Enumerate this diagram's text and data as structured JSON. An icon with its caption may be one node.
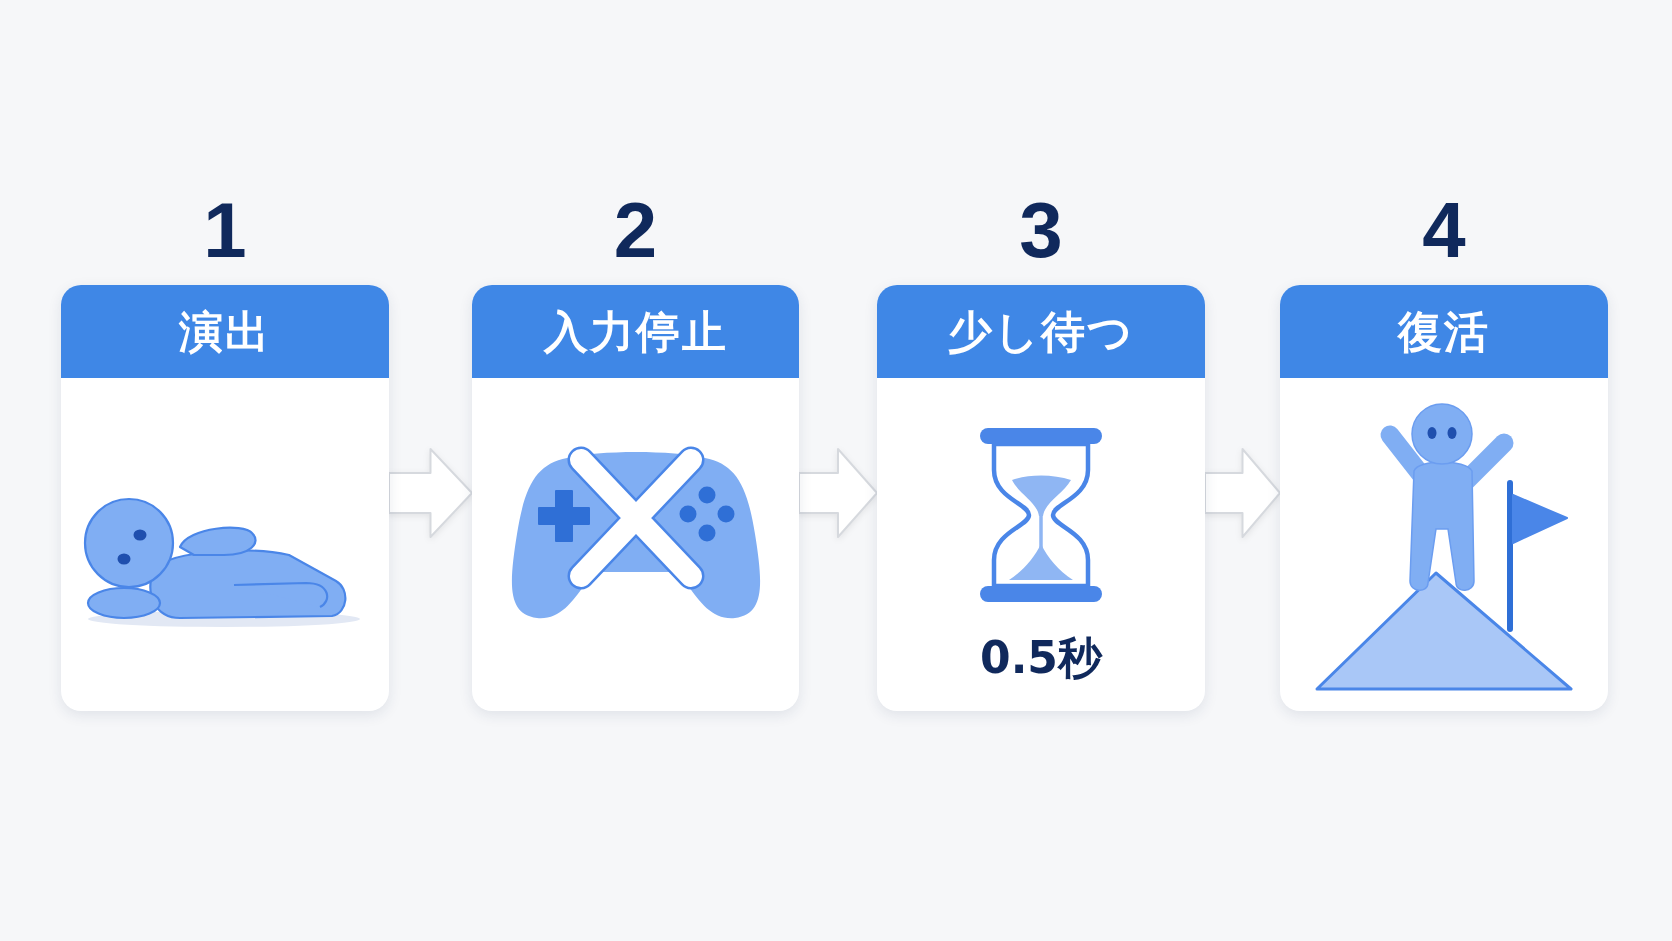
{
  "diagram": {
    "nodes": [
      {
        "text": [
          "1",
          "演出"
        ]
      },
      {
        "text": [
          "2",
          "入力停止"
        ]
      },
      {
        "text": [
          "3",
          "少し待つ",
          "0.5秒"
        ]
      },
      {
        "text": [
          "4",
          "復活"
        ]
      }
    ],
    "edges": [
      {
        "from": 0,
        "to": 1,
        "arrow": "to"
      },
      {
        "from": 1,
        "to": 2,
        "arrow": "to"
      },
      {
        "from": 2,
        "to": 3,
        "arrow": "to"
      }
    ]
  }
}
